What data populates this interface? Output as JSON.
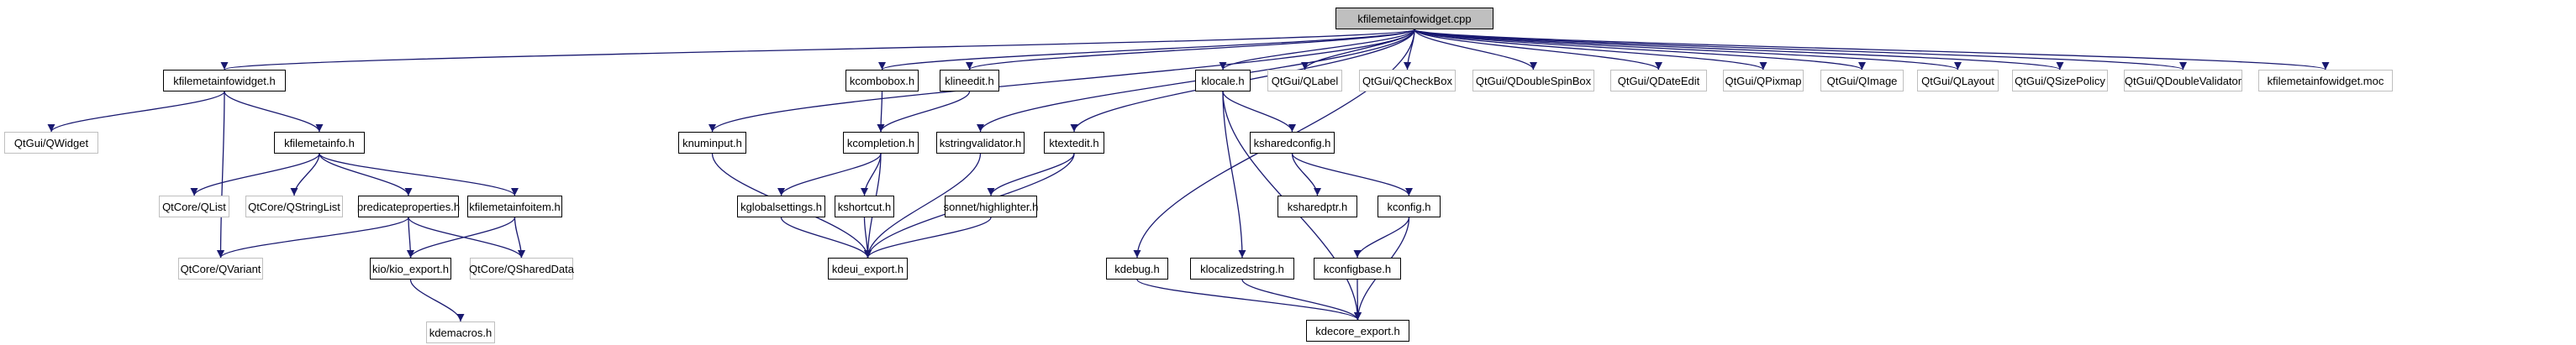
{
  "title": "kfilemetainfowidget.cpp include dependency graph",
  "colors": {
    "edge": "#191970",
    "root_fill": "#bfbfbf",
    "documented_border": "#000000",
    "external_border": "#bfbfbf"
  },
  "nodes": [
    {
      "id": "root",
      "label": "kfilemetainfowidget.cpp",
      "kind": "root"
    },
    {
      "id": "kfilemetainfowidget_h",
      "label": "kfilemetainfowidget.h",
      "kind": "documented"
    },
    {
      "id": "qwidget",
      "label": "QtGui/QWidget",
      "kind": "external"
    },
    {
      "id": "kfilemetainfo_h",
      "label": "kfilemetainfo.h",
      "kind": "documented"
    },
    {
      "id": "qlist",
      "label": "QtCore/QList",
      "kind": "external"
    },
    {
      "id": "qstringlist",
      "label": "QtCore/QStringList",
      "kind": "external"
    },
    {
      "id": "predicateproperties_h",
      "label": "predicateproperties.h",
      "kind": "documented"
    },
    {
      "id": "kfilemetainfoitem_h",
      "label": "kfilemetainfoitem.h",
      "kind": "documented"
    },
    {
      "id": "qvariant",
      "label": "QtCore/QVariant",
      "kind": "external"
    },
    {
      "id": "kio_export_h",
      "label": "kio/kio_export.h",
      "kind": "documented"
    },
    {
      "id": "qshareddata",
      "label": "QtCore/QSharedData",
      "kind": "external"
    },
    {
      "id": "kdemacros_h",
      "label": "kdemacros.h",
      "kind": "external"
    },
    {
      "id": "knuminput_h",
      "label": "knuminput.h",
      "kind": "documented"
    },
    {
      "id": "kcombobox_h",
      "label": "kcombobox.h",
      "kind": "documented"
    },
    {
      "id": "klineedit_h",
      "label": "klineedit.h",
      "kind": "documented"
    },
    {
      "id": "kcompletion_h",
      "label": "kcompletion.h",
      "kind": "documented"
    },
    {
      "id": "kstringvalidator_h",
      "label": "kstringvalidator.h",
      "kind": "documented"
    },
    {
      "id": "ktextedit_h",
      "label": "ktextedit.h",
      "kind": "documented"
    },
    {
      "id": "kglobalsettings_h",
      "label": "kglobalsettings.h",
      "kind": "documented"
    },
    {
      "id": "kshortcut_h",
      "label": "kshortcut.h",
      "kind": "documented"
    },
    {
      "id": "highlighter_h",
      "label": "sonnet/highlighter.h",
      "kind": "documented"
    },
    {
      "id": "kdeui_export_h",
      "label": "kdeui_export.h",
      "kind": "documented"
    },
    {
      "id": "klocale_h",
      "label": "klocale.h",
      "kind": "documented"
    },
    {
      "id": "kdebug_h",
      "label": "kdebug.h",
      "kind": "documented"
    },
    {
      "id": "klocalizedstring_h",
      "label": "klocalizedstring.h",
      "kind": "documented"
    },
    {
      "id": "ksharedconfig_h",
      "label": "ksharedconfig.h",
      "kind": "documented"
    },
    {
      "id": "ksharedptr_h",
      "label": "ksharedptr.h",
      "kind": "documented"
    },
    {
      "id": "kconfig_h",
      "label": "kconfig.h",
      "kind": "documented"
    },
    {
      "id": "kconfigbase_h",
      "label": "kconfigbase.h",
      "kind": "documented"
    },
    {
      "id": "kdecore_export_h",
      "label": "kdecore_export.h",
      "kind": "documented"
    },
    {
      "id": "qlabel",
      "label": "QtGui/QLabel",
      "kind": "external"
    },
    {
      "id": "qcheckbox",
      "label": "QtGui/QCheckBox",
      "kind": "external"
    },
    {
      "id": "qdoublespinbox",
      "label": "QtGui/QDoubleSpinBox",
      "kind": "external"
    },
    {
      "id": "qdateedit",
      "label": "QtGui/QDateEdit",
      "kind": "external"
    },
    {
      "id": "qpixmap",
      "label": "QtGui/QPixmap",
      "kind": "external"
    },
    {
      "id": "qimage",
      "label": "QtGui/QImage",
      "kind": "external"
    },
    {
      "id": "qlayout",
      "label": "QtGui/QLayout",
      "kind": "external"
    },
    {
      "id": "qsizepolicy",
      "label": "QtGui/QSizePolicy",
      "kind": "external"
    },
    {
      "id": "qdoublevalidator",
      "label": "QtGui/QDoubleValidator",
      "kind": "external"
    },
    {
      "id": "moc",
      "label": "kfilemetainfowidget.moc",
      "kind": "external"
    }
  ],
  "edges": [
    [
      "root",
      "kfilemetainfowidget_h"
    ],
    [
      "root",
      "knuminput_h"
    ],
    [
      "root",
      "kcombobox_h"
    ],
    [
      "root",
      "klineedit_h"
    ],
    [
      "root",
      "kstringvalidator_h"
    ],
    [
      "root",
      "ktextedit_h"
    ],
    [
      "root",
      "kdebug_h"
    ],
    [
      "root",
      "klocale_h"
    ],
    [
      "root",
      "qlabel"
    ],
    [
      "root",
      "qcheckbox"
    ],
    [
      "root",
      "qdoublespinbox"
    ],
    [
      "root",
      "qdateedit"
    ],
    [
      "root",
      "qpixmap"
    ],
    [
      "root",
      "qimage"
    ],
    [
      "root",
      "qlayout"
    ],
    [
      "root",
      "qsizepolicy"
    ],
    [
      "root",
      "qdoublevalidator"
    ],
    [
      "root",
      "moc"
    ],
    [
      "kfilemetainfowidget_h",
      "qwidget"
    ],
    [
      "kfilemetainfowidget_h",
      "kfilemetainfo_h"
    ],
    [
      "kfilemetainfowidget_h",
      "qvariant"
    ],
    [
      "kfilemetainfo_h",
      "qlist"
    ],
    [
      "kfilemetainfo_h",
      "qstringlist"
    ],
    [
      "kfilemetainfo_h",
      "predicateproperties_h"
    ],
    [
      "kfilemetainfo_h",
      "kfilemetainfoitem_h"
    ],
    [
      "predicateproperties_h",
      "qvariant"
    ],
    [
      "predicateproperties_h",
      "kio_export_h"
    ],
    [
      "predicateproperties_h",
      "qshareddata"
    ],
    [
      "kfilemetainfoitem_h",
      "kio_export_h"
    ],
    [
      "kfilemetainfoitem_h",
      "qshareddata"
    ],
    [
      "kio_export_h",
      "kdemacros_h"
    ],
    [
      "knuminput_h",
      "kdeui_export_h"
    ],
    [
      "kcombobox_h",
      "kcompletion_h"
    ],
    [
      "klineedit_h",
      "kcompletion_h"
    ],
    [
      "kcompletion_h",
      "kglobalsettings_h"
    ],
    [
      "kcompletion_h",
      "kshortcut_h"
    ],
    [
      "kcompletion_h",
      "kdeui_export_h"
    ],
    [
      "kglobalsettings_h",
      "kdeui_export_h"
    ],
    [
      "kshortcut_h",
      "kdeui_export_h"
    ],
    [
      "kstringvalidator_h",
      "kdeui_export_h"
    ],
    [
      "ktextedit_h",
      "highlighter_h"
    ],
    [
      "ktextedit_h",
      "kdeui_export_h"
    ],
    [
      "highlighter_h",
      "kdeui_export_h"
    ],
    [
      "klocale_h",
      "ksharedconfig_h"
    ],
    [
      "klocale_h",
      "klocalizedstring_h"
    ],
    [
      "klocale_h",
      "kdecore_export_h"
    ],
    [
      "ksharedconfig_h",
      "ksharedptr_h"
    ],
    [
      "ksharedconfig_h",
      "kconfig_h"
    ],
    [
      "kconfig_h",
      "kconfigbase_h"
    ],
    [
      "kconfig_h",
      "kdecore_export_h"
    ],
    [
      "kconfigbase_h",
      "kdecore_export_h"
    ],
    [
      "klocalizedstring_h",
      "kdecore_export_h"
    ],
    [
      "kdebug_h",
      "kdecore_export_h"
    ]
  ]
}
